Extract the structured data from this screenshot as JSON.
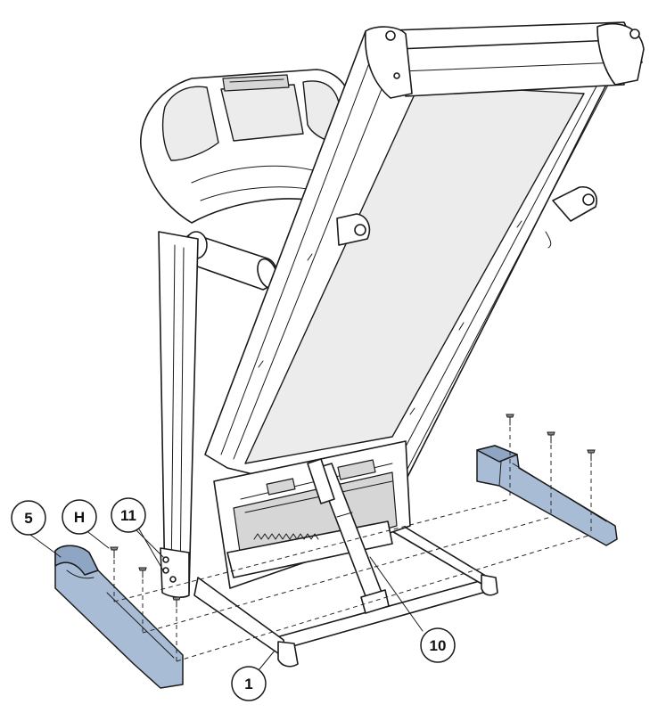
{
  "diagram": {
    "callouts": [
      {
        "id": "5",
        "label": "5"
      },
      {
        "id": "H",
        "label": "H"
      },
      {
        "id": "11",
        "label": "11"
      },
      {
        "id": "10",
        "label": "10"
      },
      {
        "id": "1",
        "label": "1"
      }
    ]
  },
  "colors": {
    "cover_fill": "#a9bcd6",
    "cover_shade": "#8ea5c4",
    "deck_fill": "#ececec",
    "line": "#1a1a1a"
  }
}
